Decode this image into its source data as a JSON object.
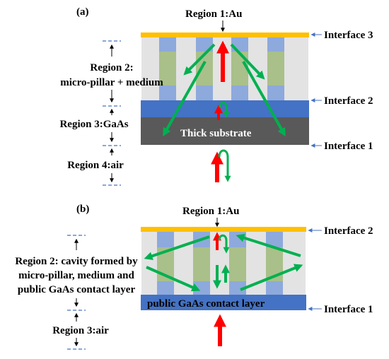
{
  "panel_a": {
    "label": "(a)",
    "top_label": "Region 1:Au",
    "region2_line1": "Region 2:",
    "region2_line2": "micro-pillar + medium",
    "region3": "Region 3:GaAs",
    "region4": "Region 4:air",
    "substrate": "Thick substrate",
    "interface3": "Interface 3",
    "interface2": "Interface 2",
    "interface1": "Interface 1"
  },
  "panel_b": {
    "label": "(b)",
    "top_label": "Region 1:Au",
    "region2_line1": "Region 2: cavity formed by",
    "region2_line2": "micro-pillar, medium and",
    "region2_line3": "public GaAs contact layer",
    "region3": "Region 3:air",
    "contact_layer": "public GaAs contact layer",
    "interface2": "Interface 2",
    "interface1": "Interface 1"
  },
  "colors": {
    "gold": "#FFC000",
    "medium": "#E3E3E3",
    "pillar_green": "#A9C08A",
    "pillar_blue": "#8EA9DB",
    "gaas_blue": "#4472C4",
    "substrate_dark": "#595959",
    "arrow_red": "#FF0000",
    "arrow_green": "#00B050",
    "dash_blue": "#4472C4"
  }
}
